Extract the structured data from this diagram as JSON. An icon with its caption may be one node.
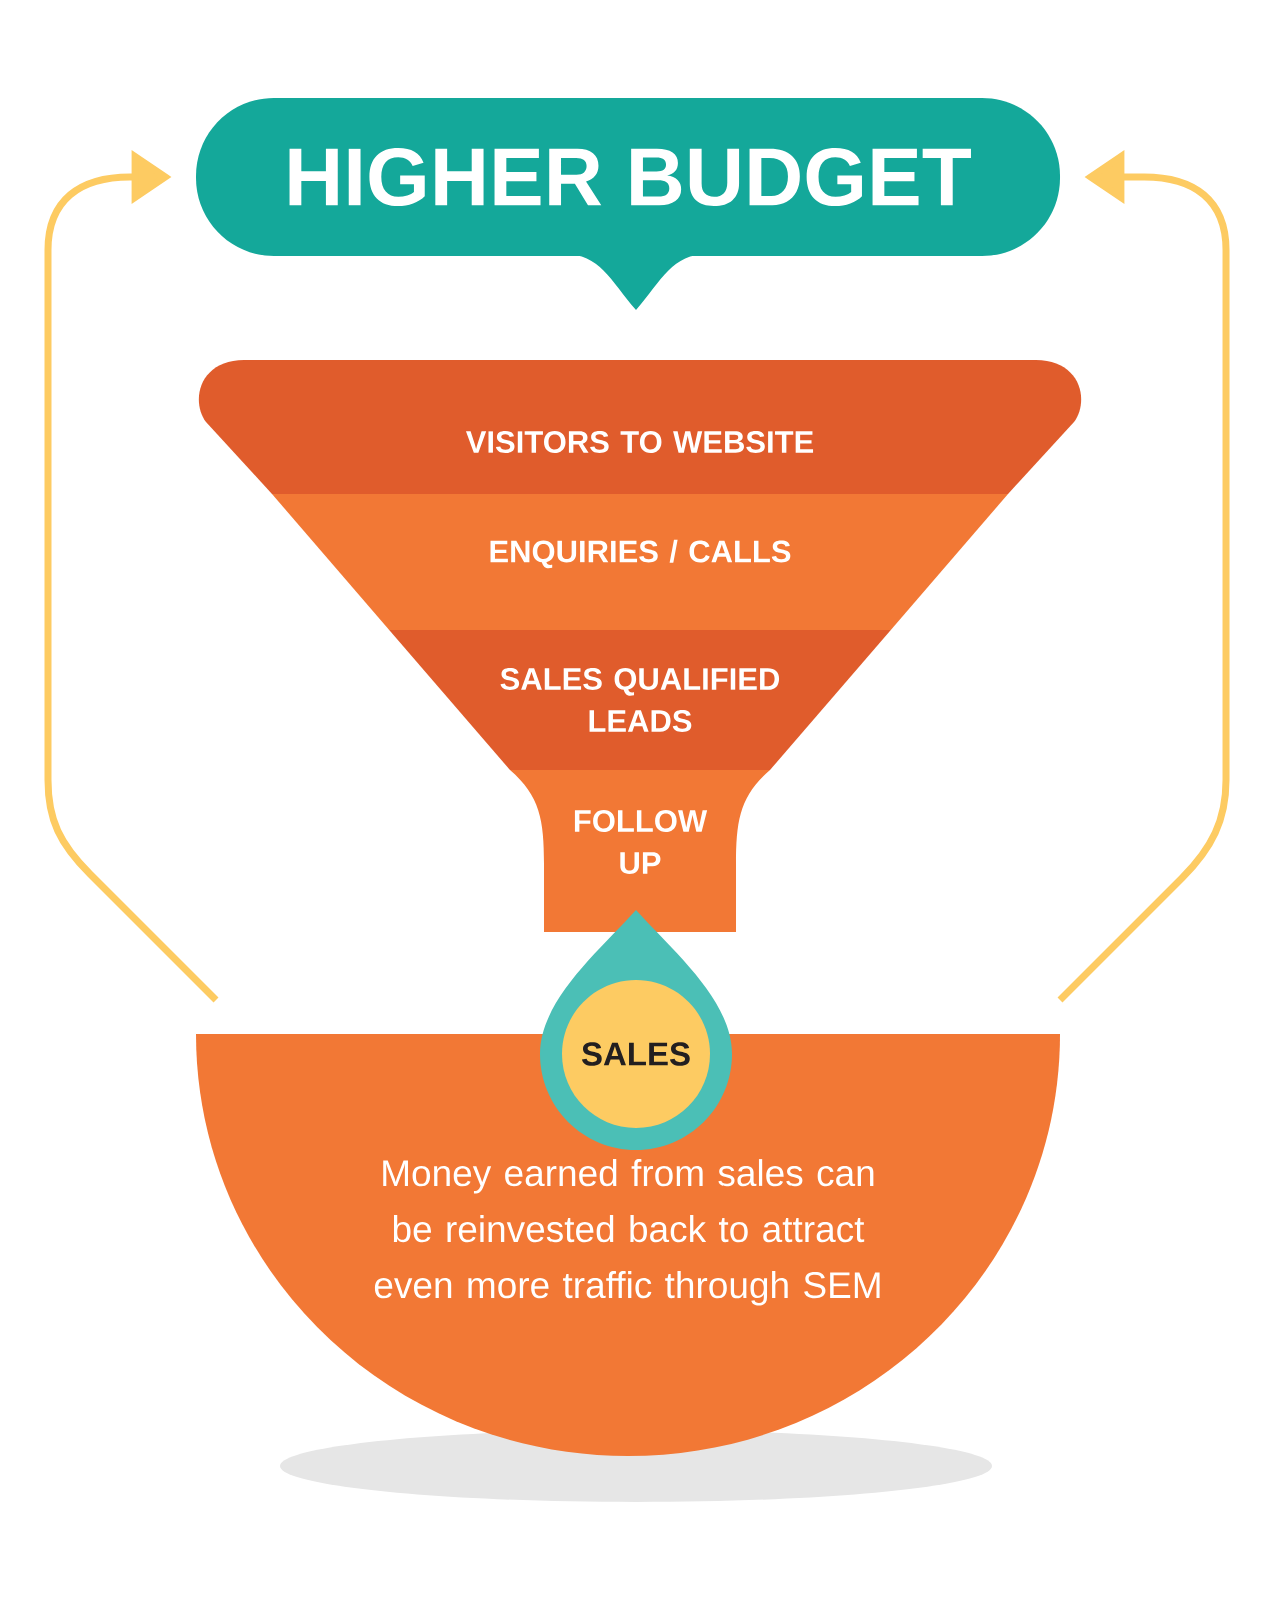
{
  "diagram": {
    "nodes": [
      {
        "text": [
          "HIGHER BUDGET"
        ]
      },
      {
        "text": [
          "VISITORS TO WEBSITE"
        ]
      },
      {
        "text": [
          "ENQUIRIES / CALLS"
        ]
      },
      {
        "text": [
          "SALES QUALIFIED LEADS"
        ]
      },
      {
        "text": [
          "FOLLOW UP"
        ]
      },
      {
        "text": [
          "SALES"
        ]
      },
      {
        "text": [
          "Money earned from sales can be reinvested back to attract even more traffic through SEM"
        ]
      }
    ],
    "edges": [
      {
        "from": 6,
        "to": 0,
        "arrow": "to"
      },
      {
        "from": 6,
        "to": 0,
        "arrow": "to"
      }
    ]
  }
}
